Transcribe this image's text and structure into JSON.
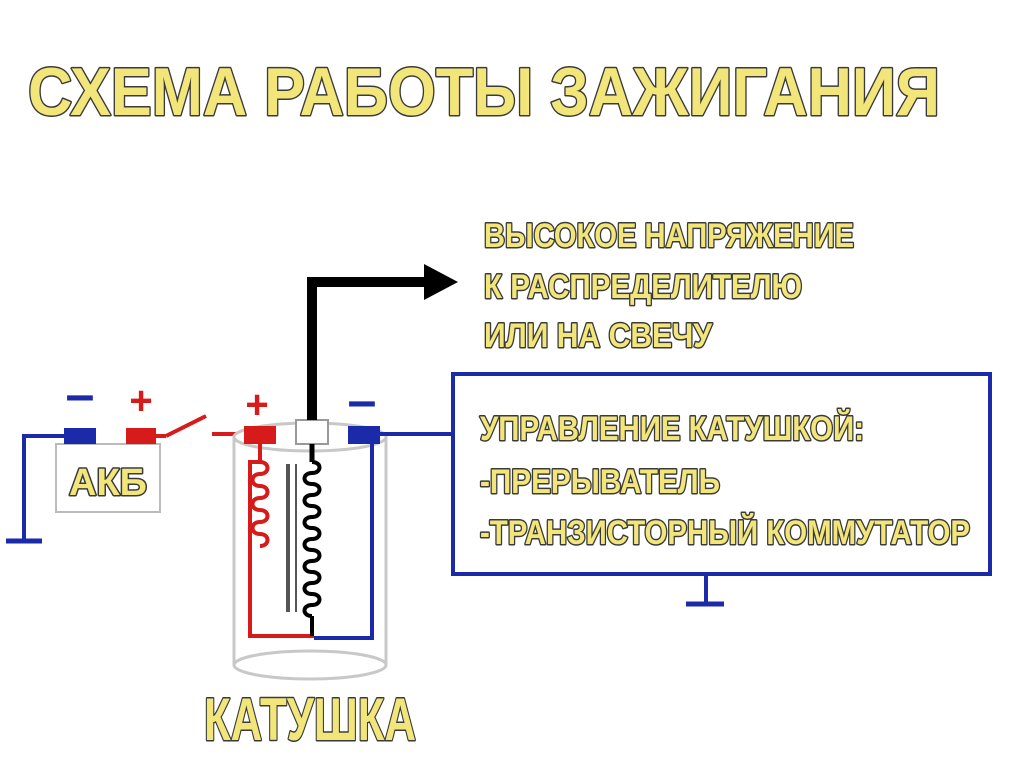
{
  "title": "СХЕМА РАБОТЫ ЗАЖИГАНИЯ",
  "output_label": {
    "lines": [
      "ВЫСОКОЕ НАПРЯЖЕНИЕ",
      "К РАСПРЕДЕЛИТЕЛЮ",
      "ИЛИ НА СВЕЧУ"
    ]
  },
  "control_box": {
    "lines": [
      "УПРАВЛЕНИЕ КАТУШКОЙ:",
      "-ПРЕРЫВАТЕЛЬ",
      "-ТРАНЗИСТОРНЫЙ КОММУТАТОР"
    ]
  },
  "battery": {
    "label": "АКБ",
    "minus_symbol": "–",
    "plus_symbol": "+"
  },
  "coil": {
    "label": "КАТУШКА",
    "plus_symbol": "+",
    "minus_symbol": "–"
  },
  "colors": {
    "label_fill": "#f2e67a",
    "label_stroke": "#3a3a3a",
    "positive_wire": "#d71a1a",
    "negative_wire": "#1a2aa8",
    "hv_wire": "#000000",
    "coil_outline": "#c8c8c8",
    "box_outline": "#1a2aa8"
  }
}
